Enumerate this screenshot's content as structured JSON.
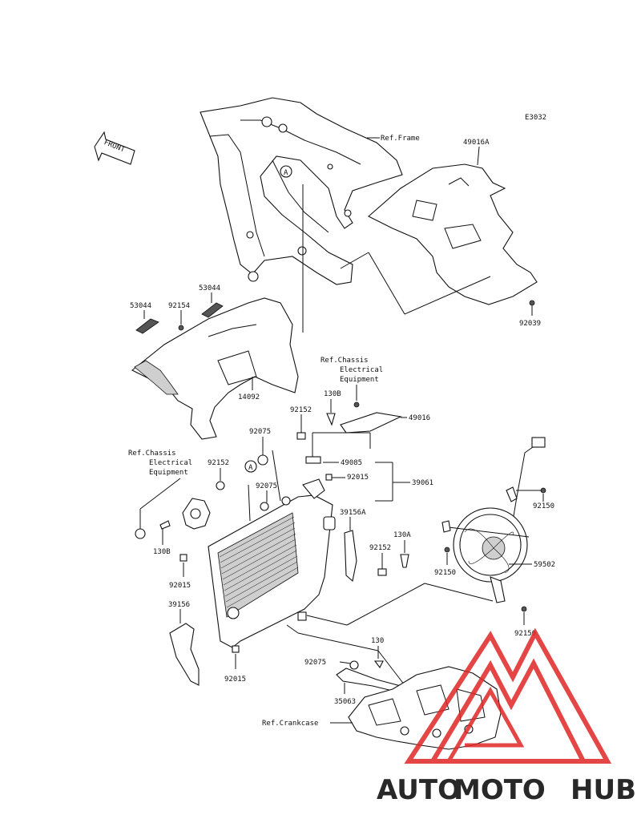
{
  "diagram_code": "E3032",
  "front_label": "FRONT",
  "circle_marker": "A",
  "refs": {
    "frame": "Ref.Frame",
    "chassis_line1": "Ref.Chassis",
    "chassis_line2": "Electrical",
    "chassis_line3": "Equipment",
    "crankcase": "Ref.Crankcase"
  },
  "part_numbers": {
    "p49016A": "49016A",
    "p92039": "92039",
    "p53044_left": "53044",
    "p53044_right": "53044",
    "p92154": "92154",
    "p14092": "14092",
    "p130B_top": "130B",
    "p92152_top": "92152",
    "p49016": "49016",
    "p92075_top": "92075",
    "p49085": "49085",
    "p92015_top": "92015",
    "p39061": "39061",
    "p92152_left": "92152",
    "p92075_mid": "92075",
    "p39156A": "39156A",
    "p92150_top": "92150",
    "p130A": "130A",
    "p92152_right": "92152",
    "p130B_left": "130B",
    "p92015_left": "92015",
    "p92150_mid": "92150",
    "p59502": "59502",
    "p39156": "39156",
    "p92150_bottom": "92150",
    "p130": "130",
    "p92075_bottom": "92075",
    "p92015_bottom": "92015",
    "p35063": "35063"
  },
  "watermark": {
    "part1": "AUTO",
    "part2": "MOTO",
    "part3": "HUB",
    "color1": "#f0a030",
    "color2": "#e02525",
    "color3": "#333333",
    "logo_color": "#e02525"
  }
}
